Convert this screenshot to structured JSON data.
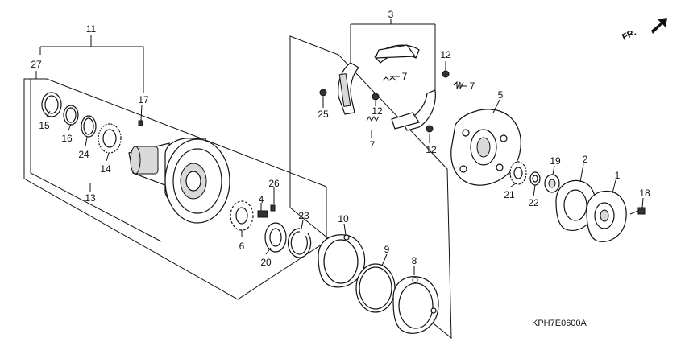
{
  "diagram": {
    "direction_label": "FR.",
    "figure_code": "KPH7E0600A",
    "callouts": {
      "p1": "1",
      "p2": "2",
      "p3": "3",
      "p4": "4",
      "p5": "5",
      "p6": "6",
      "p7a": "7",
      "p7b": "7",
      "p7c": "7",
      "p8": "8",
      "p9": "9",
      "p10": "10",
      "p11": "11",
      "p12a": "12",
      "p12b": "12",
      "p12c": "12",
      "p13": "13",
      "p14": "14",
      "p15": "15",
      "p16": "16",
      "p17": "17",
      "p18": "18",
      "p19": "19",
      "p20": "20",
      "p21": "21",
      "p22": "22",
      "p23": "23",
      "p24": "24",
      "p25": "25",
      "p26": "26",
      "p27": "27"
    }
  }
}
